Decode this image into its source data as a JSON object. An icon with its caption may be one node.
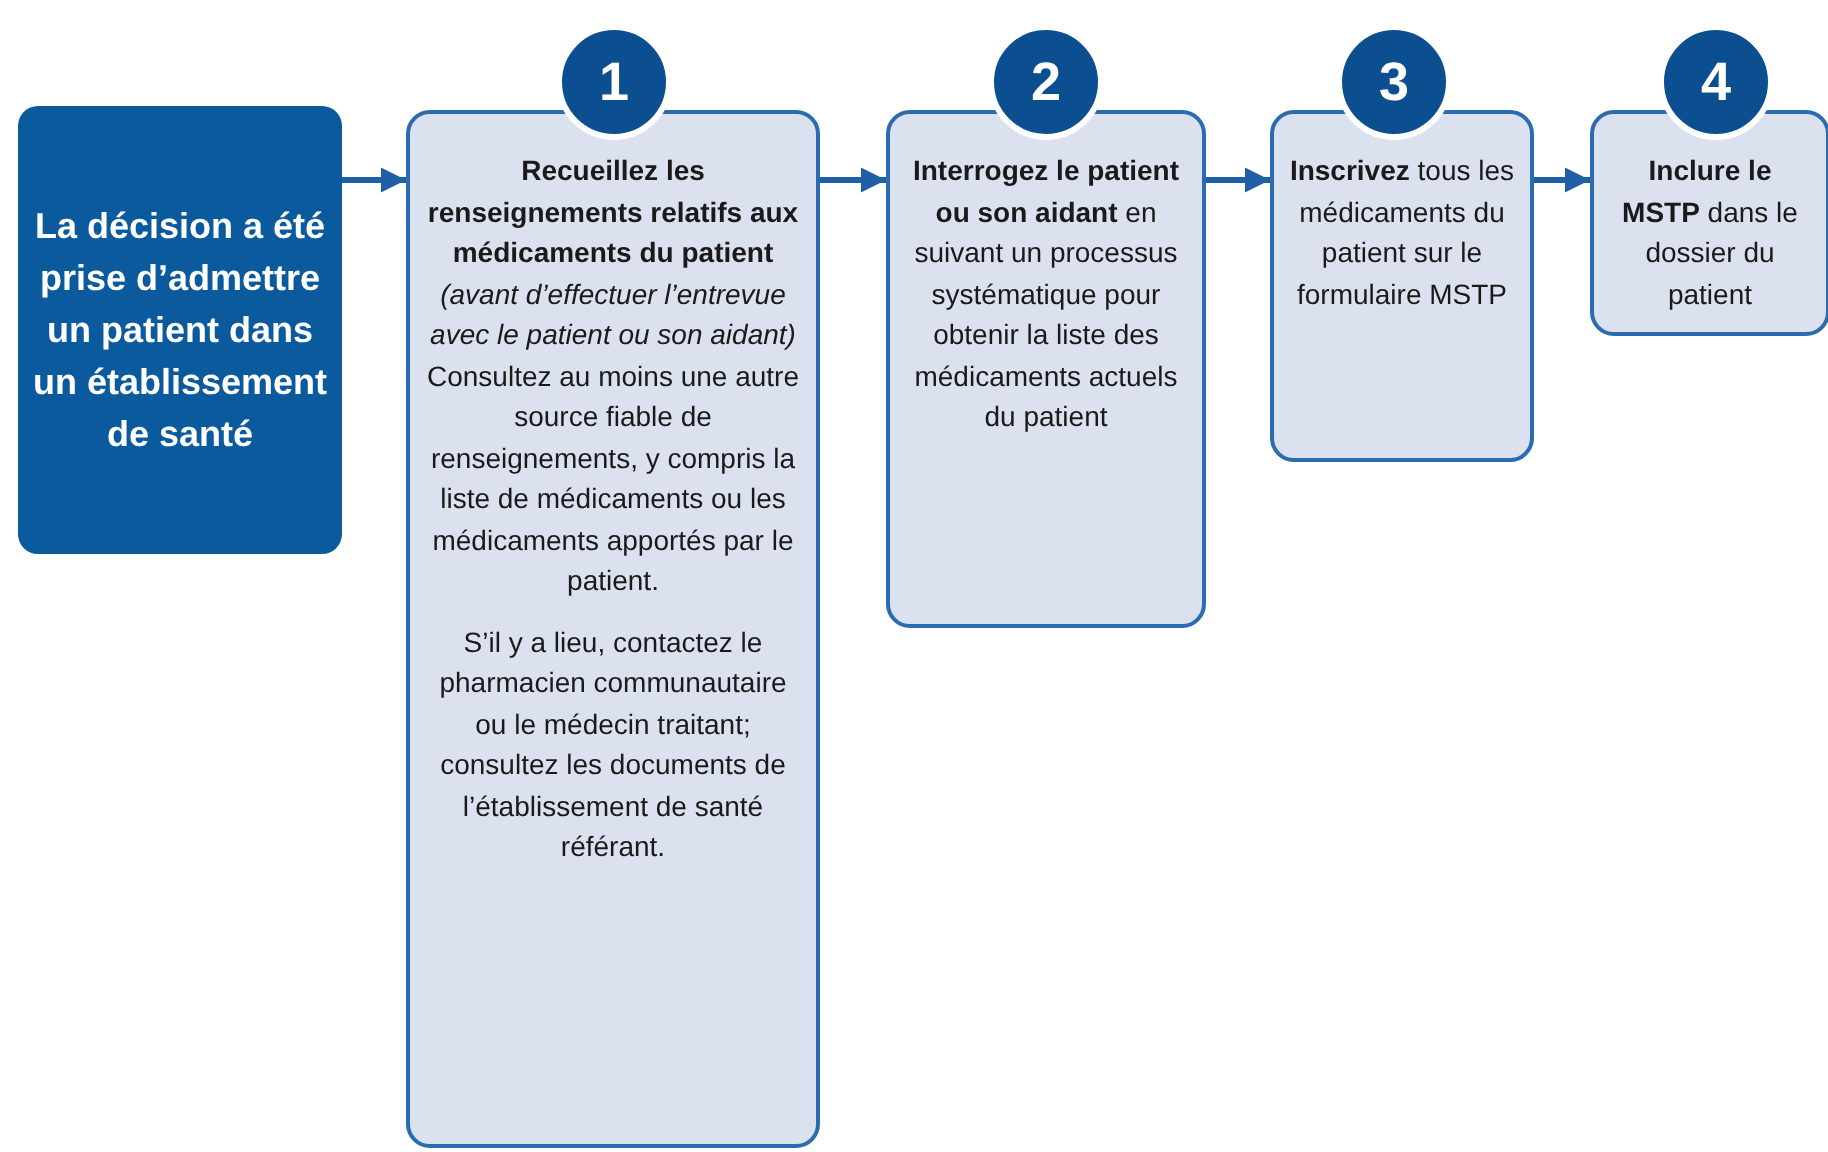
{
  "diagram": {
    "nodes": [
      {
        "text": [
          "La décision a été prise d’admettre un patient dans un établissement de santé"
        ]
      },
      {
        "text": [
          "1"
        ]
      },
      {
        "text": [
          "Recueillez les renseignements relatifs aux médicaments du patient",
          "(avant d’effectuer l’entrevue avec le patient ou son aidant)",
          "Consultez au moins une autre source fiable de renseignements, y compris la liste de médicaments ou les médicaments apportés par le patient.",
          "S’il y a lieu, contactez le pharmacien communautaire ou le médecin traitant; consultez les documents de l’établissement de santé référant."
        ]
      },
      {
        "text": [
          "2"
        ]
      },
      {
        "text": [
          "**Interrogez le patient ou son aidant** en suivant un processus systématique pour obtenir la liste des médicaments actuels du patient"
        ]
      },
      {
        "text": [
          "3"
        ]
      },
      {
        "text": [
          "**Inscrivez** tous les médicaments du patient sur le formulaire MSTP"
        ]
      },
      {
        "text": [
          "4"
        ]
      },
      {
        "text": [
          "**Inclure le MSTP** dans le dossier du patient"
        ]
      }
    ],
    "edges": [
      {
        "from": 0,
        "to": 2,
        "arrow": "to"
      },
      {
        "from": 2,
        "to": 4,
        "arrow": "to"
      },
      {
        "from": 4,
        "to": 6,
        "arrow": "to"
      },
      {
        "from": 6,
        "to": 8,
        "arrow": "to"
      }
    ]
  }
}
